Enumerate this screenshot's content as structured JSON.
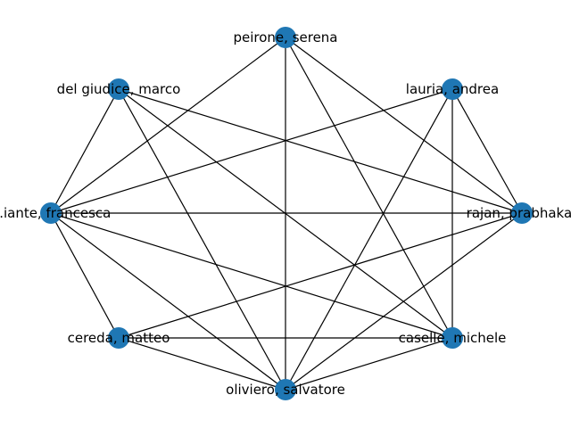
{
  "graph": {
    "node_color": "#1f77b4",
    "edge_color": "#000000",
    "nodes": [
      {
        "id": "peirone",
        "label": "peirone, serena"
      },
      {
        "id": "lauria",
        "label": "lauria, andrea"
      },
      {
        "id": "rajan",
        "label": "rajan, prabhakar"
      },
      {
        "id": "caselle",
        "label": "caselle, michele"
      },
      {
        "id": "oliviero",
        "label": "oliviero, salvatore"
      },
      {
        "id": "cereda",
        "label": "cereda, matteo"
      },
      {
        "id": "francesca",
        "label": "...iante, francesca"
      },
      {
        "id": "delgiudice",
        "label": "del giudice, marco"
      }
    ],
    "edges": [
      [
        "peirone",
        "francesca"
      ],
      [
        "peirone",
        "oliviero"
      ],
      [
        "peirone",
        "caselle"
      ],
      [
        "peirone",
        "rajan"
      ],
      [
        "delgiudice",
        "francesca"
      ],
      [
        "delgiudice",
        "oliviero"
      ],
      [
        "delgiudice",
        "caselle"
      ],
      [
        "delgiudice",
        "rajan"
      ],
      [
        "lauria",
        "francesca"
      ],
      [
        "lauria",
        "oliviero"
      ],
      [
        "lauria",
        "caselle"
      ],
      [
        "lauria",
        "rajan"
      ],
      [
        "francesca",
        "rajan"
      ],
      [
        "francesca",
        "cereda"
      ],
      [
        "francesca",
        "oliviero"
      ],
      [
        "francesca",
        "caselle"
      ],
      [
        "rajan",
        "cereda"
      ],
      [
        "rajan",
        "oliviero"
      ],
      [
        "cereda",
        "caselle"
      ],
      [
        "cereda",
        "oliviero"
      ],
      [
        "oliviero",
        "caselle"
      ]
    ]
  }
}
